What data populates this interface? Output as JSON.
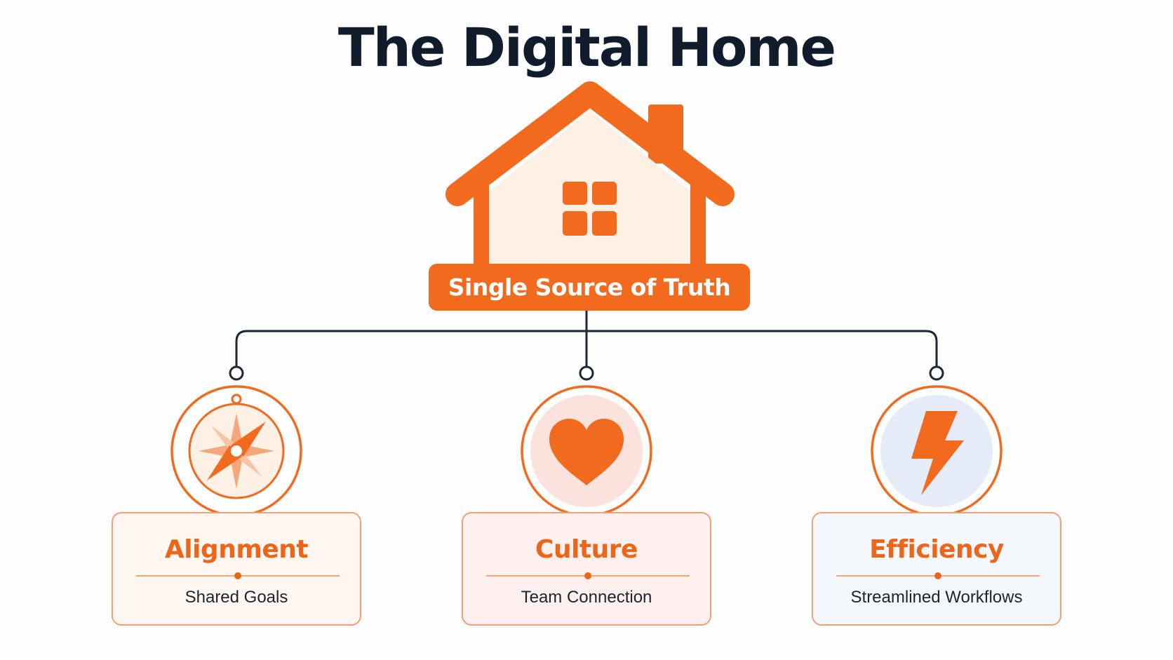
{
  "title": "The Digital Home",
  "hub": {
    "label": "Single Source of Truth",
    "icon": "house-icon"
  },
  "pillars": [
    {
      "title": "Alignment",
      "subtitle": "Shared Goals",
      "icon": "compass-icon"
    },
    {
      "title": "Culture",
      "subtitle": "Team Connection",
      "icon": "heart-icon"
    },
    {
      "title": "Efficiency",
      "subtitle": "Streamlined Workflows",
      "icon": "lightning-icon"
    }
  ],
  "colors": {
    "accent": "#f26a1e",
    "title_text": "#101c2c",
    "connector": "#1c2838",
    "house_fill": "#fdf1e6",
    "alignment_card_bg": "#fef7f1",
    "culture_card_bg": "#fdf0ee",
    "efficiency_card_bg": "#f4f7fc"
  }
}
